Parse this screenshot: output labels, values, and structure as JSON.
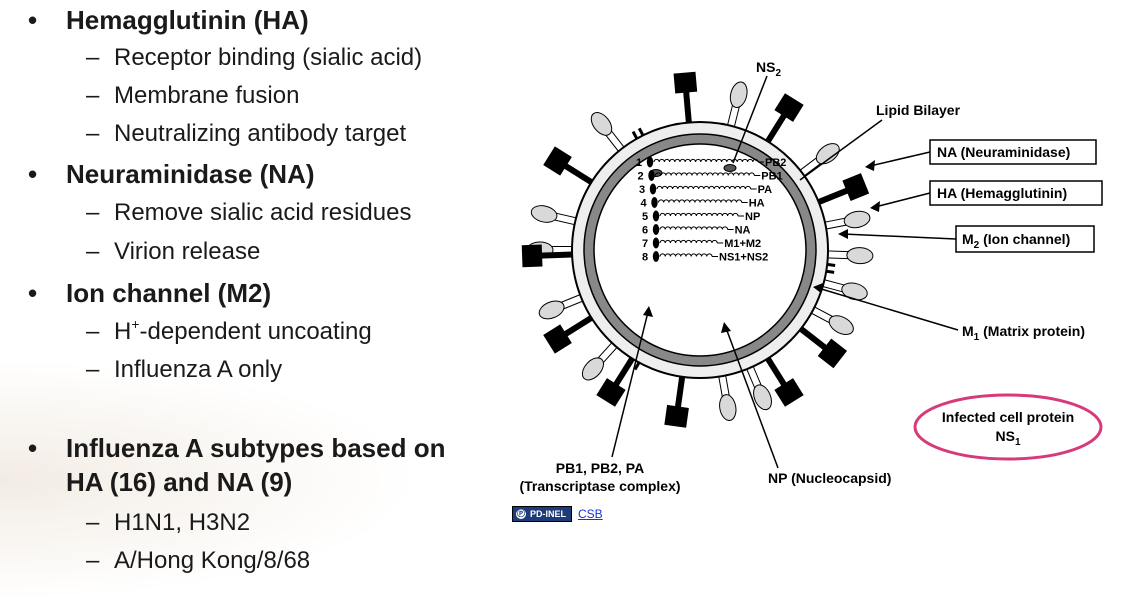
{
  "bullets": [
    {
      "label": "Hemagglutinin (HA)",
      "subs": [
        "Receptor binding (sialic acid)",
        "Membrane fusion",
        "Neutralizing antibody target"
      ]
    },
    {
      "label": "Neuraminidase (NA)",
      "subs": [
        "Remove sialic acid residues",
        "Virion release"
      ]
    },
    {
      "label": "Ion channel (M2)",
      "subs": [
        "-dependent uncoating",
        "Influenza A only"
      ],
      "sub0_prefix": "H",
      "sub0_sup": "+"
    },
    {
      "label_line1": "Influenza A subtypes based on",
      "label_line2": "HA (16) and NA (9)",
      "subs": [
        "H1N1, H3N2",
        "A/Hong Kong/8/68"
      ]
    }
  ],
  "diagram": {
    "ns2": {
      "main": "NS",
      "sub": "2"
    },
    "lipid_bilayer": "Lipid Bilayer",
    "na_label": "NA (Neuraminidase)",
    "ha_label": "HA (Hemagglutinin)",
    "m2_label": {
      "main": "M",
      "sub": "2",
      "rest": " (Ion channel)"
    },
    "m1_label": {
      "main": "M",
      "sub": "1",
      "rest": " (Matrix protein)"
    },
    "infected_line1": "Infected cell protein",
    "infected_line2": {
      "main": "NS",
      "sub": "1"
    },
    "pb_line1": "PB1, PB2, PA",
    "pb_line2": "(Transcriptase complex)",
    "np_label": "NP (Nucleocapsid)",
    "segments": [
      {
        "num": "1",
        "label": "PB2"
      },
      {
        "num": "2",
        "label": "PB1"
      },
      {
        "num": "3",
        "label": "PA"
      },
      {
        "num": "4",
        "label": "HA"
      },
      {
        "num": "5",
        "label": "NP"
      },
      {
        "num": "6",
        "label": "NA"
      },
      {
        "num": "7",
        "label": "M1+M2"
      },
      {
        "num": "8",
        "label": "NS1+NS2"
      }
    ]
  },
  "credit": {
    "badge": "PD-INEL",
    "link": "CSB"
  },
  "colors": {
    "highlight_ellipse": "#d63a7a",
    "badge_bg": "#1d3b78",
    "link": "#1a33cc"
  }
}
